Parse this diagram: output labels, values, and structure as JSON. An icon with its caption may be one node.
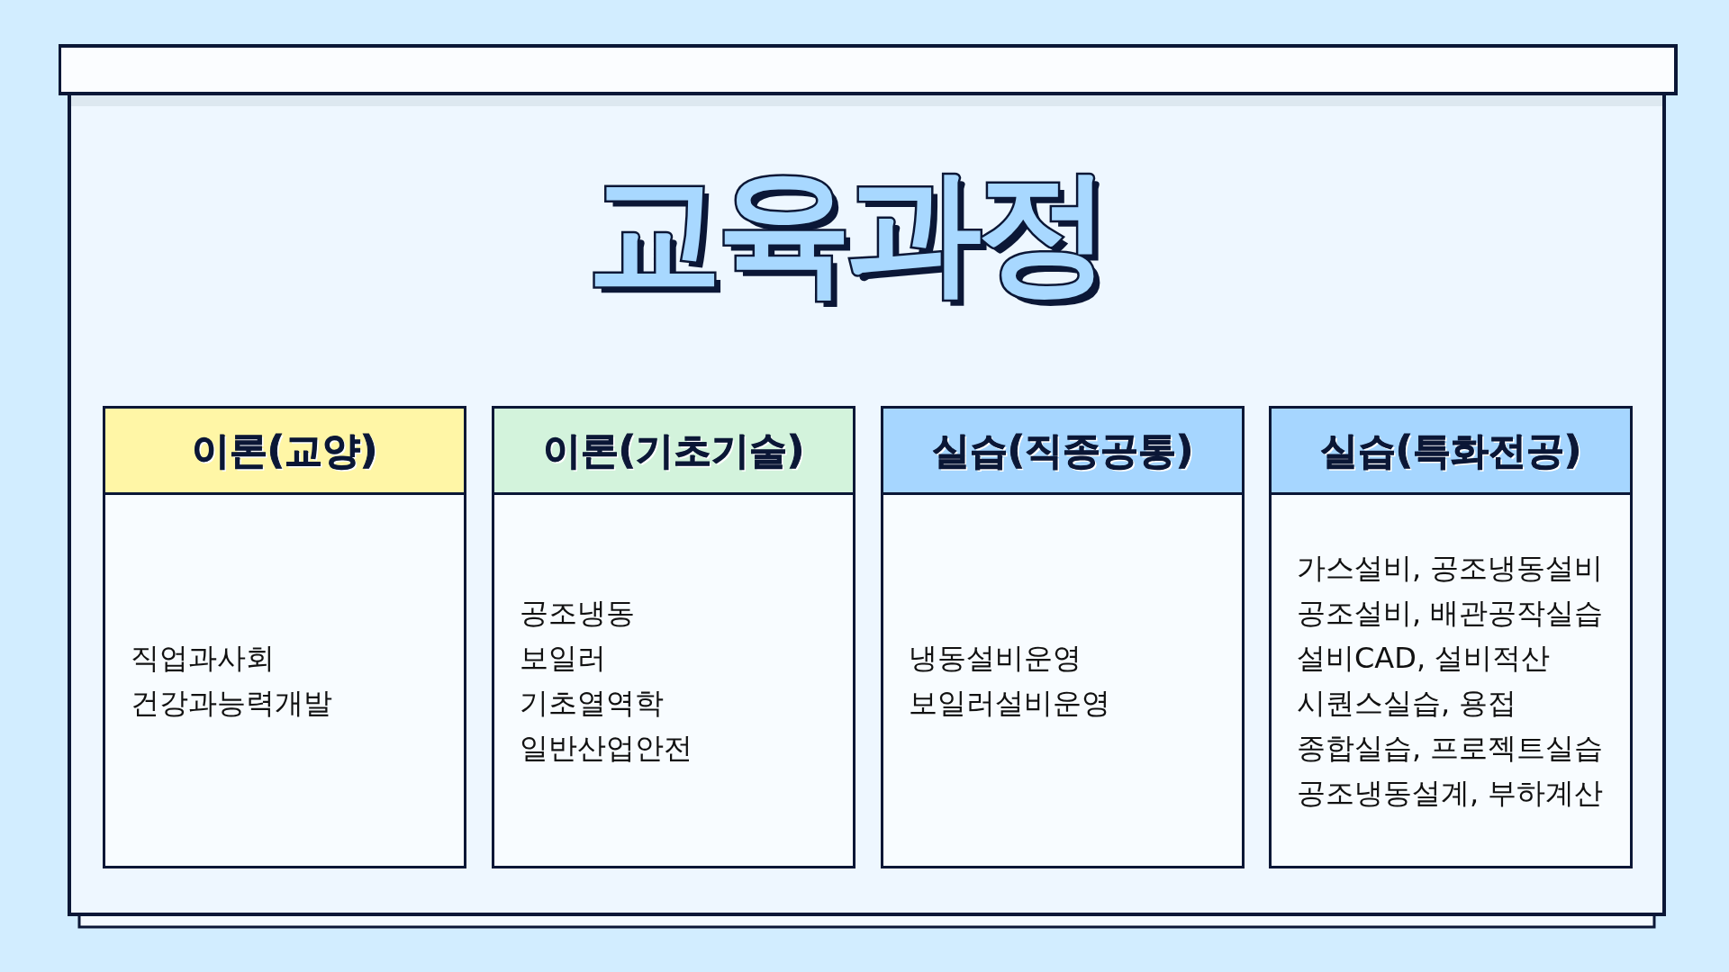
{
  "diagram": {
    "title": "교육과정",
    "nodes": [
      {
        "text": [
          "이론(교양)",
          "직업과사회",
          "건강과능력개발"
        ]
      },
      {
        "text": [
          "이론(기초기술)",
          "공조냉동",
          "보일러",
          "기초열역학",
          "일반산업안전"
        ]
      },
      {
        "text": [
          "실습(직종공통)",
          "냉동설비운영",
          "보일러설비운영"
        ]
      },
      {
        "text": [
          "실습(특화전공)",
          "가스설비, 공조냉동설비",
          "공조설비, 배관공작실습",
          "설비CAD, 설비적산",
          "시퀀스실습, 용접",
          "종합실습, 프로젝트실습",
          "공조냉동설계, 부하계산"
        ]
      }
    ],
    "edges": []
  }
}
